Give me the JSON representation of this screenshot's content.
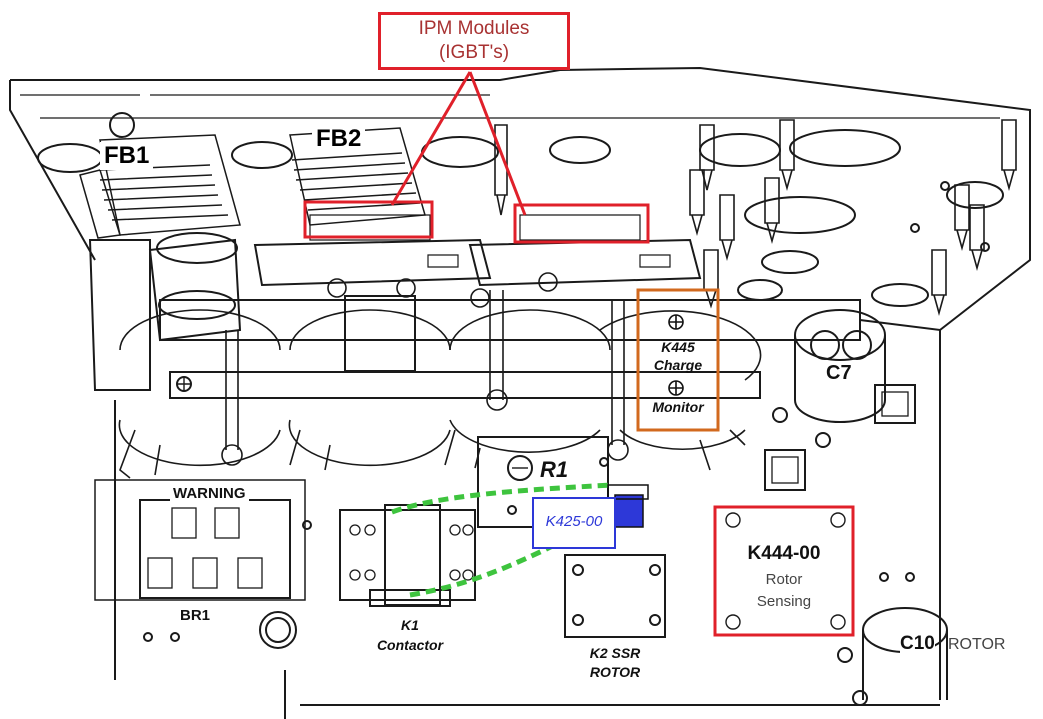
{
  "callouts": {
    "ipm_line1": "IPM Modules",
    "ipm_line2": "(IGBT's)",
    "k445_line1": "K445",
    "k445_line2": "Charge",
    "k445_line3": "Monitor",
    "k444_line1": "K444-00",
    "k444_line2": "Rotor",
    "k444_line3": "Sensing",
    "k425": "K425-00"
  },
  "labels": {
    "fb1": "FB1",
    "fb2": "FB2",
    "c7": "C7",
    "r1": "R1",
    "warning": "WARNING",
    "br1": "BR1",
    "k1_line1": "K1",
    "k1_line2": "Contactor",
    "k2_line1": "K2 SSR",
    "k2_line2": "ROTOR",
    "c10": "C10",
    "rotor": "ROTOR"
  },
  "colors": {
    "red": "#e0202a",
    "orange": "#d2691e",
    "blue": "#2d38d8",
    "green_wire": "#3ec43e",
    "ipm_text": "#a83232",
    "line": "#1a1a1a"
  }
}
